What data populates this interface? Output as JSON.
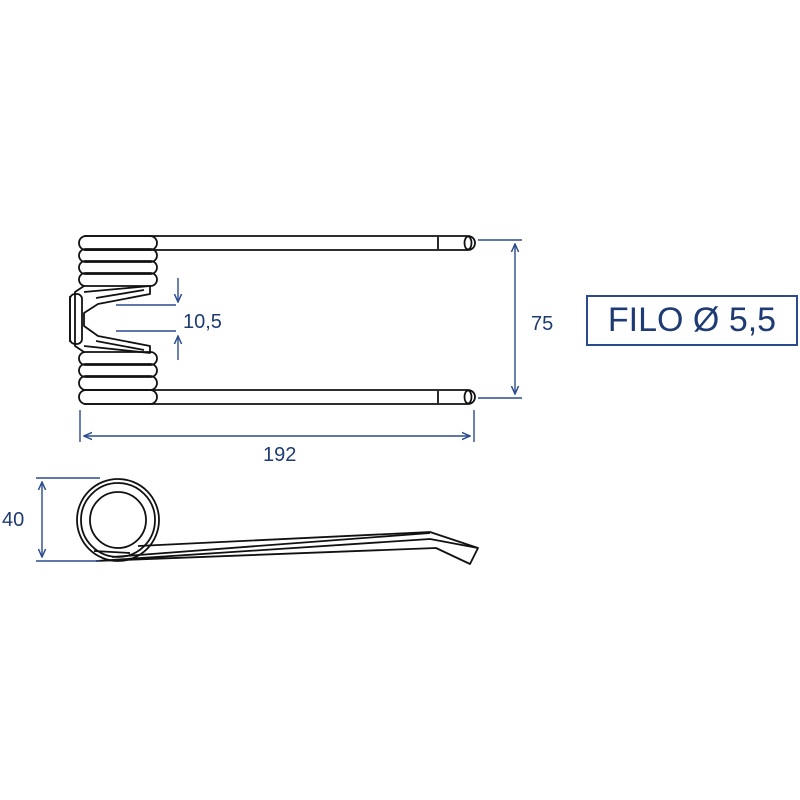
{
  "dimensions": {
    "spring_gap": "10,5",
    "tine_spacing": "75",
    "overall_length": "192",
    "coil_height": "40"
  },
  "wire_label": "FILO Ø 5,5",
  "colors": {
    "dimension": "#1f3b73",
    "outline": "#111111",
    "box_border": "#2a4b8d"
  }
}
